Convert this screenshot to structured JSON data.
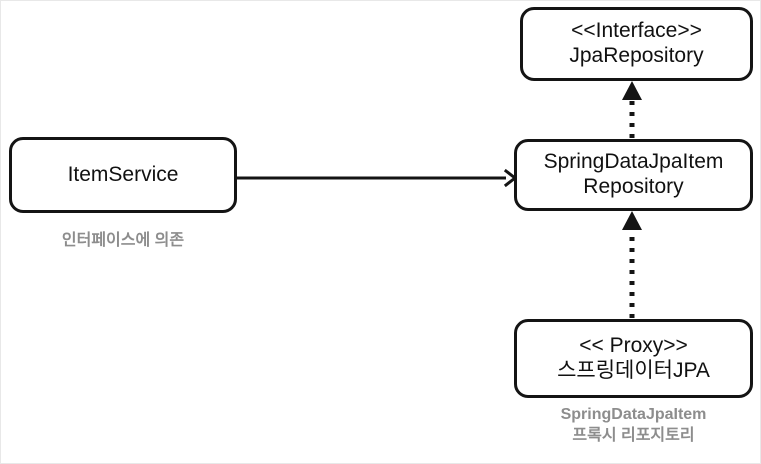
{
  "diagram": {
    "type": "uml-class-diagram",
    "background_color": "#ffffff",
    "stroke_color": "#141414",
    "caption_color": "#8d8d8d",
    "nodes": [
      {
        "id": "jpa-repository",
        "stereotype": "<<Interface>>",
        "name": "JpaRepository"
      },
      {
        "id": "item-service",
        "name": "ItemService",
        "caption": "인터페이스에 의존"
      },
      {
        "id": "spring-data-repo",
        "name_line1": "SpringDataJpaItem",
        "name_line2": "Repository"
      },
      {
        "id": "proxy",
        "stereotype": "<< Proxy>>",
        "name": "스프링데이터JPA",
        "caption_line1": "SpringDataJpaItem",
        "caption_line2": "프록시 리포지토리"
      }
    ],
    "edges": [
      {
        "id": "dependency-item-service-to-repo",
        "from": "item-service",
        "to": "spring-data-repo",
        "style": "solid",
        "arrowhead": "open",
        "meaning": "dependency"
      },
      {
        "id": "realization-repo-to-jpa-repository",
        "from": "spring-data-repo",
        "to": "jpa-repository",
        "style": "dotted",
        "arrowhead": "closed-triangle",
        "meaning": "realization"
      },
      {
        "id": "realization-proxy-to-repo",
        "from": "proxy",
        "to": "spring-data-repo",
        "style": "dotted",
        "arrowhead": "closed-triangle",
        "meaning": "realization"
      }
    ]
  }
}
